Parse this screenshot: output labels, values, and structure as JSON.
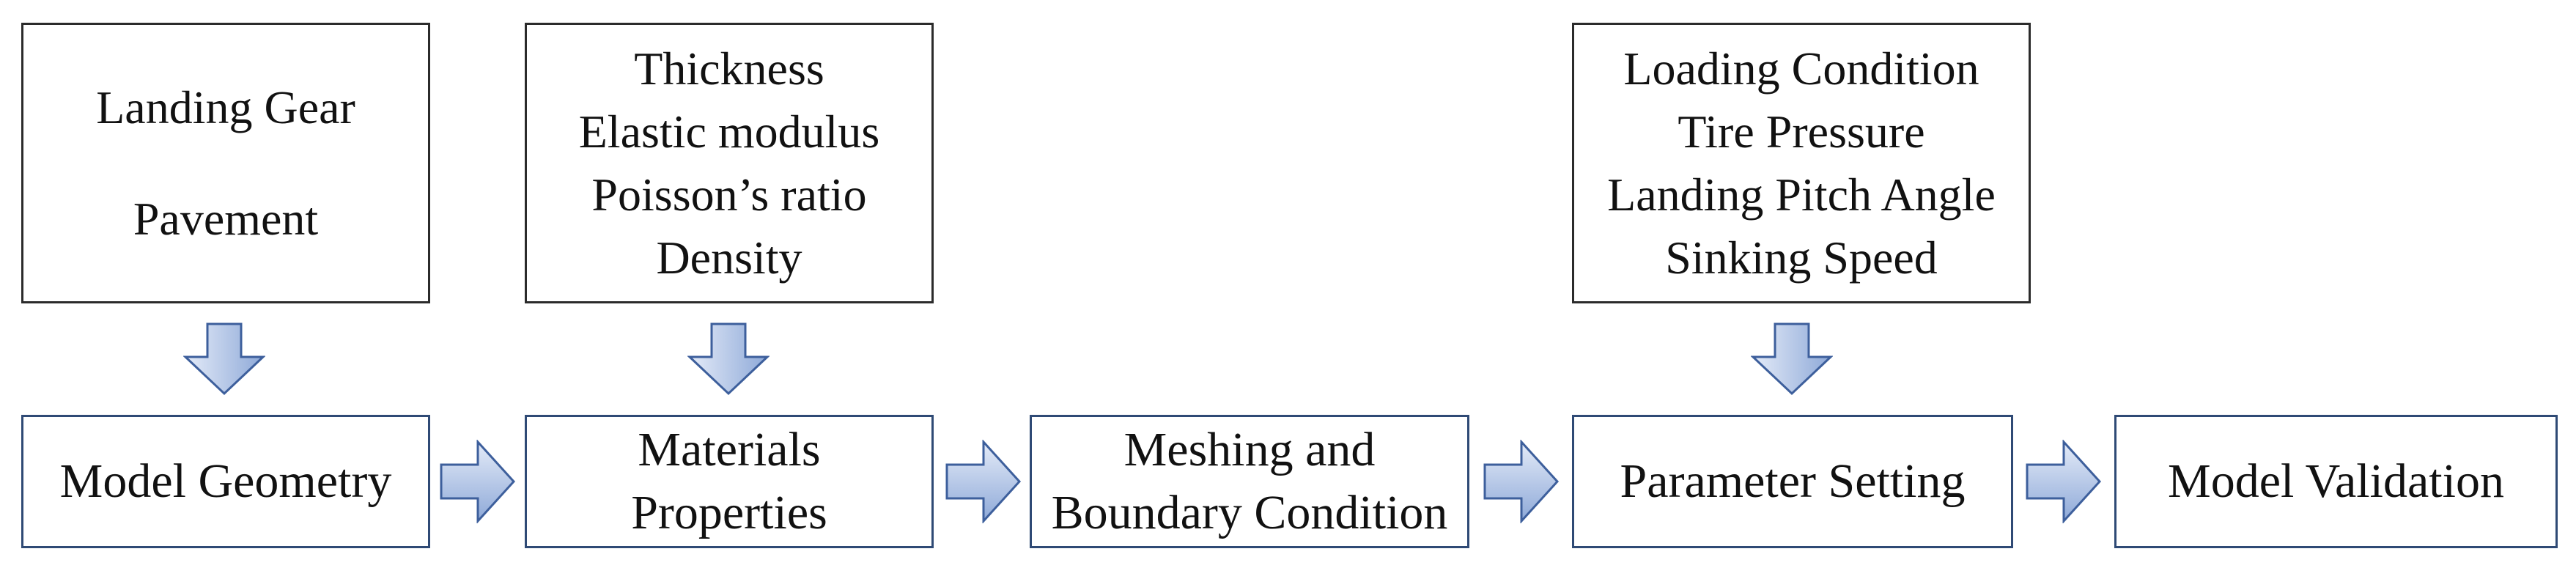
{
  "inputs": {
    "geometry": [
      "Landing Gear",
      "Pavement"
    ],
    "material": [
      "Thickness",
      "Elastic modulus",
      "Poisson’s ratio",
      "Density"
    ],
    "parameters": [
      "Loading Condition",
      "Tire Pressure",
      "Landing Pitch Angle",
      "Sinking Speed"
    ]
  },
  "steps": {
    "model_geometry": [
      "Model Geometry"
    ],
    "materials_properties": [
      "Materials",
      "Properties"
    ],
    "meshing_boundary": [
      "Meshing and",
      "Boundary Condition"
    ],
    "parameter_setting": [
      "Parameter Setting"
    ],
    "model_validation": [
      "Model Validation"
    ]
  },
  "colors": {
    "arrow_light": "#dde6f6",
    "arrow_dark": "#8ea9d8",
    "arrow_stroke": "#3d5f9c",
    "box_border_bottom": "#2f4a75",
    "box_border_top": "#2b2b2b"
  }
}
